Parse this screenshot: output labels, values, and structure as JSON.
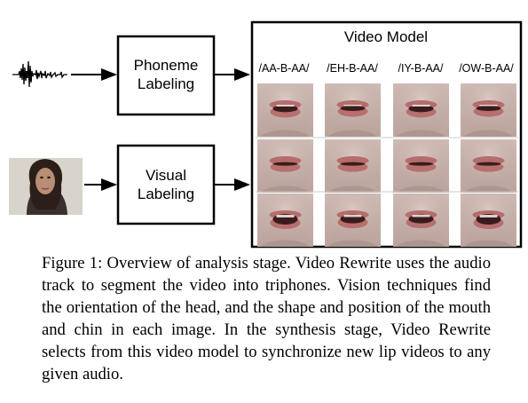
{
  "figure": {
    "video_model_title": "Video Model",
    "phoneme_box_lines": [
      "Phoneme",
      "Labeling"
    ],
    "visual_box_lines": [
      "Visual",
      "Labeling"
    ],
    "triphones": [
      "/AA-B-AA/",
      "/EH-B-AA/",
      "/IY-B-AA/",
      "/OW-B-AA/"
    ],
    "face_rows": 3
  },
  "caption": "Figure 1: Overview of analysis stage. Video Rewrite uses the audio track to segment the video into triphones. Vision techniques find the orientation of the head, and the shape and position of the mouth and chin in each image. In the synthesis stage, Video Rewrite selects from this video model to synchronize new lip videos to any given audio."
}
